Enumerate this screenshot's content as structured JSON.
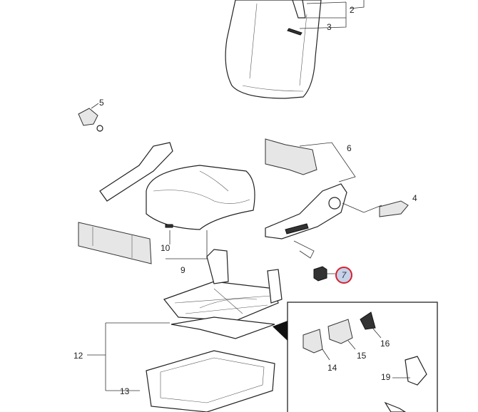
{
  "diagram": {
    "title": "Seat assembly parts diagram",
    "callouts": [
      "2",
      "3",
      "5",
      "6",
      "4",
      "7",
      "10",
      "9",
      "12",
      "13",
      "14",
      "15",
      "16",
      "19"
    ],
    "highlighted_callout": "7",
    "colors": {
      "highlight_fill": "#c4d2ea",
      "highlight_stroke": "#d8202a"
    }
  }
}
